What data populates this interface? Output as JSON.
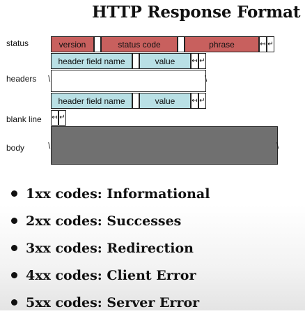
{
  "title": "HTTP Response Format",
  "row_labels": {
    "status": "status",
    "headers": "headers",
    "blank_line": "blank line",
    "body": "body"
  },
  "status_line": {
    "version": "version",
    "status_code": "status code",
    "phrase": "phrase"
  },
  "header_line": {
    "field_name": "header field name",
    "value": "value"
  },
  "symbols": {
    "cr": "↤",
    "lf": "↵"
  },
  "bullets": [
    "1xx codes: Informational",
    "2xx codes: Successes",
    "3xx codes: Redirection",
    "4xx codes: Client Error",
    "5xx codes: Server Error"
  ],
  "colors": {
    "status_fill": "#c8605e",
    "header_fill": "#b9e0e5",
    "body_fill": "#707070"
  }
}
